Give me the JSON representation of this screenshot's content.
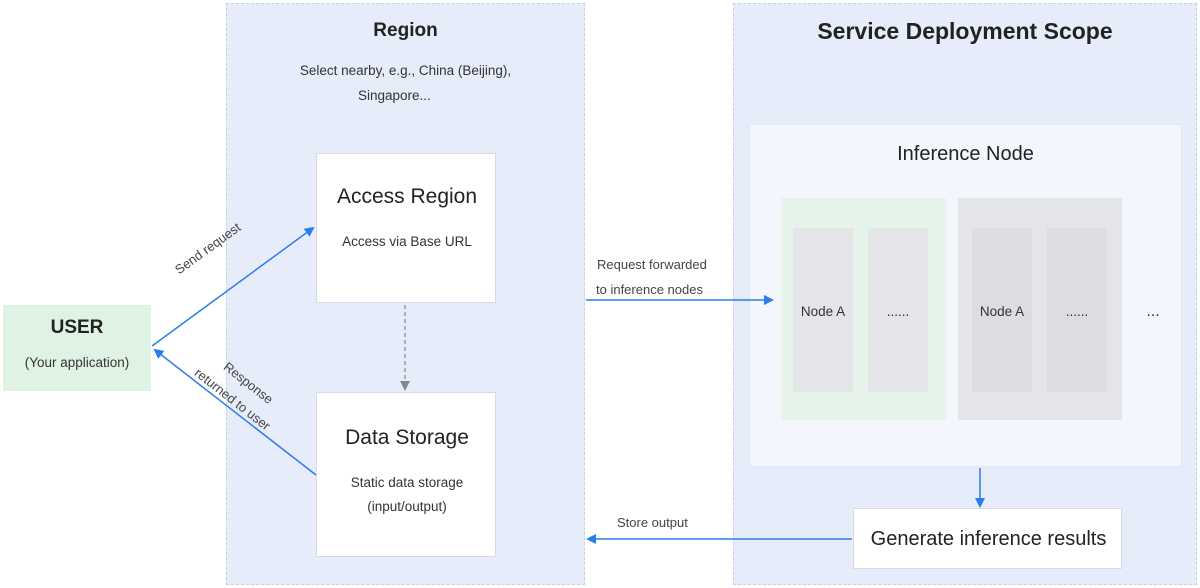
{
  "region": {
    "title": "Region",
    "subtitle_line1": "Select nearby, e.g., China (Beijing),",
    "subtitle_line2": "Singapore..."
  },
  "scope": {
    "title": "Service Deployment Scope"
  },
  "user": {
    "title": "USER",
    "subtitle": "(Your application)"
  },
  "access_region": {
    "title": "Access Region",
    "subtitle": "Access via Base URL"
  },
  "data_storage": {
    "title": "Data Storage",
    "subtitle_line1": "Static data storage",
    "subtitle_line2": "(input/output)"
  },
  "inference_node": {
    "title": "Inference Node",
    "groups": [
      {
        "color": "#e6f3ea",
        "columns": [
          "Node A",
          "......"
        ]
      },
      {
        "color": "#e4e5e9",
        "columns": [
          "Node A",
          "......"
        ]
      }
    ],
    "more": "..."
  },
  "results": {
    "title": "Generate inference results"
  },
  "edges": {
    "send_request": "Send request",
    "response_line1": "Response",
    "response_line2": "returned to user",
    "forward_line1": "Request forwarded",
    "forward_line2": "to inference nodes",
    "store_output": "Store output"
  },
  "colors": {
    "arrow": "#2b7de9",
    "panel": "#e7ecfb",
    "user": "#dff3e4"
  }
}
